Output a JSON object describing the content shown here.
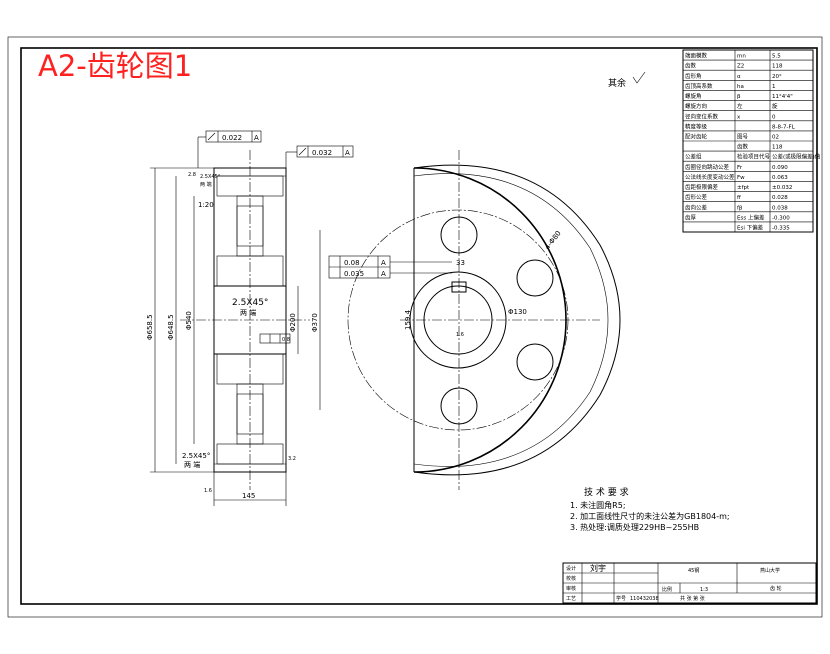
{
  "sheet": {
    "title": "A2-齿轮图1",
    "title_color": "#ff2020",
    "roughness_note": "其余",
    "tolerances": {
      "runout_top_value": "0.022",
      "runout_top_datum": "A",
      "runout_side_value": "0.032",
      "runout_side_datum": "A",
      "symmetry_value": "0.08",
      "symmetry_datum": "A",
      "parallel_value": "0.035",
      "parallel_datum": "A",
      "small_value": "0.8"
    },
    "section_view": {
      "chamfer_top": "2.5X45°",
      "chamfer_top_note": "两 端",
      "taper": "1:20",
      "chamfer_mid": "2.5X45°",
      "chamfer_mid_note": "两 端",
      "chamfer_bot": "2.5X45°",
      "chamfer_bot_note": "两 端",
      "dia_outer": "Φ658.5",
      "dia_root": "Φ648.5",
      "dia_web": "Φ540",
      "dia_bore": "Φ200",
      "dia_hub": "Φ370",
      "width": "145",
      "edge_top_label": "2.8",
      "edge_bot_label": "3.2",
      "edge_lower_label": "1.6"
    },
    "front_view": {
      "keyway_width": "33",
      "hub_depth": "159.4",
      "bore_label": "1.6",
      "hole_dia": "Φ130",
      "hole_count_label": "4-Φ80"
    },
    "tech_requirements": {
      "heading": "技 术 要 求",
      "items": [
        "1. 未注圆角R5;",
        "2. 加工面线性尺寸的未注公差为GB1804-m;",
        "3. 热处理:调质处理229HB~255HB"
      ]
    },
    "param_table": {
      "rows": [
        {
          "name": "端面模数",
          "sym": "mn",
          "val": "5.5"
        },
        {
          "name": "齿数",
          "sym": "Z2",
          "val": "118"
        },
        {
          "name": "齿形角",
          "sym": "α",
          "val": "20°"
        },
        {
          "name": "齿顶高系数",
          "sym": "ha",
          "val": "1"
        },
        {
          "name": "螺旋角",
          "sym": "β",
          "val": "11°4'4\""
        },
        {
          "name": "螺旋方向",
          "sym": "左",
          "val": "旋"
        },
        {
          "name": "径向变位系数",
          "sym": "x",
          "val": "0"
        },
        {
          "name": "精度等级",
          "sym": "",
          "val": "8-8-7-FL"
        },
        {
          "name": "配对齿轮",
          "sym": "图号",
          "val": "02"
        },
        {
          "name": "",
          "sym": "齿数",
          "val": "118"
        },
        {
          "name": "公差组",
          "sym": "检验项目代号",
          "val": "公差(或极限偏差)值"
        },
        {
          "name": "齿圈径向跳动公差",
          "sym": "Fr",
          "val": "0.090"
        },
        {
          "name": "公法线长度变动公差",
          "sym": "Fw",
          "val": "0.063"
        },
        {
          "name": "齿距极限偏差",
          "sym": "±fpt",
          "val": "±0.032"
        },
        {
          "name": "齿形公差",
          "sym": "ff",
          "val": "0.028"
        },
        {
          "name": "齿向公差",
          "sym": "fβ",
          "val": "0.038"
        },
        {
          "name": "齿厚",
          "sym": "Ess 上偏差",
          "val": "-0.300"
        },
        {
          "name": "",
          "sym": "Esi 下偏差",
          "val": "-0.335"
        }
      ]
    },
    "title_block": {
      "design_label": "设计",
      "designer": "刘宇",
      "check_label": "校核",
      "review_label": "审核",
      "process_label": "工艺",
      "material": "45钢",
      "school": "燕山大学",
      "scale_label": "比例",
      "scale_value": "1:3",
      "part_name": "齿 轮",
      "drawing_no_label": "学号",
      "drawing_no": "110432038",
      "sheet_label": "共 张  第 张"
    }
  }
}
